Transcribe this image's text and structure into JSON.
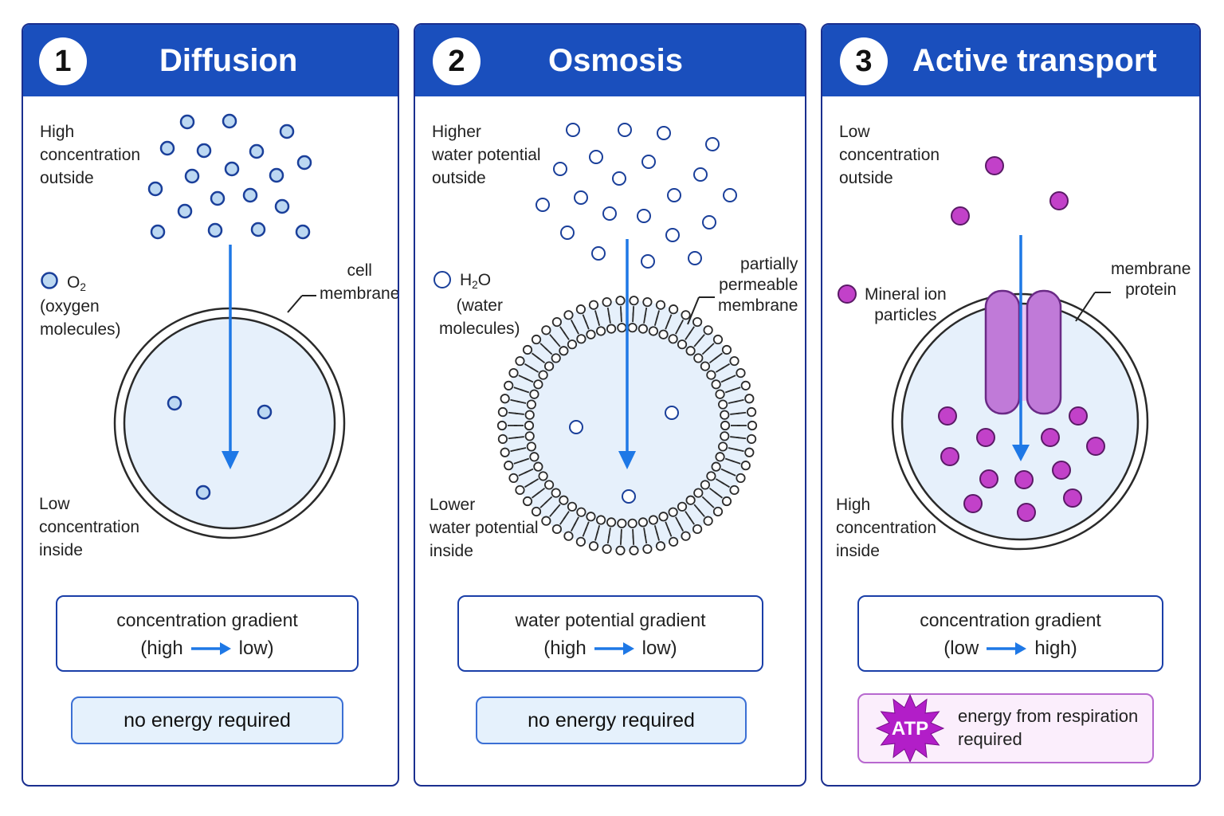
{
  "colors": {
    "header_blue": "#1a4fbd",
    "border_navy": "#1a2f8f",
    "arrow_blue": "#1e78e6",
    "cell_fill": "#e6f0fb",
    "molecule_fill": "#bcd8f2",
    "ion_purple": "#c241c9",
    "protein_purple": "#c07ad8",
    "energy_fill": "#e5f1fc",
    "atp_purple": "#b21ec8"
  },
  "panels": [
    {
      "number": "1",
      "title": "Diffusion",
      "top_label": [
        "High",
        "concentration",
        "outside"
      ],
      "legend_formula": "O",
      "legend_subscript": "2",
      "legend_desc": [
        "(oxygen",
        "molecules)"
      ],
      "membrane_label": [
        "cell",
        "membrane"
      ],
      "bottom_label": [
        "Low",
        "concentration",
        "inside"
      ],
      "gradient_title": "concentration gradient",
      "gradient_from": "(high",
      "gradient_to": "low)",
      "energy_text": "no energy required"
    },
    {
      "number": "2",
      "title": "Osmosis",
      "top_label": [
        "Higher",
        "water potential",
        "outside"
      ],
      "legend_formula": "H",
      "legend_subscript": "2",
      "legend_formula_tail": "O",
      "legend_desc": [
        "(water",
        "molecules)"
      ],
      "membrane_label": [
        "partially",
        "permeable",
        "membrane"
      ],
      "bottom_label": [
        "Lower",
        "water potential",
        "inside"
      ],
      "gradient_title": "water potential gradient",
      "gradient_from": "(high",
      "gradient_to": "low)",
      "energy_text": "no energy required"
    },
    {
      "number": "3",
      "title": "Active transport",
      "top_label": [
        "Low",
        "concentration",
        "outside"
      ],
      "legend_desc": [
        "Mineral ion",
        "particles"
      ],
      "membrane_label": [
        "membrane",
        "protein"
      ],
      "bottom_label": [
        "High",
        "concentration",
        "inside"
      ],
      "gradient_title": "concentration gradient",
      "gradient_from": "(low",
      "gradient_to": "high)",
      "atp_label": "ATP",
      "energy_text": [
        "energy from respiration",
        "required"
      ]
    }
  ]
}
